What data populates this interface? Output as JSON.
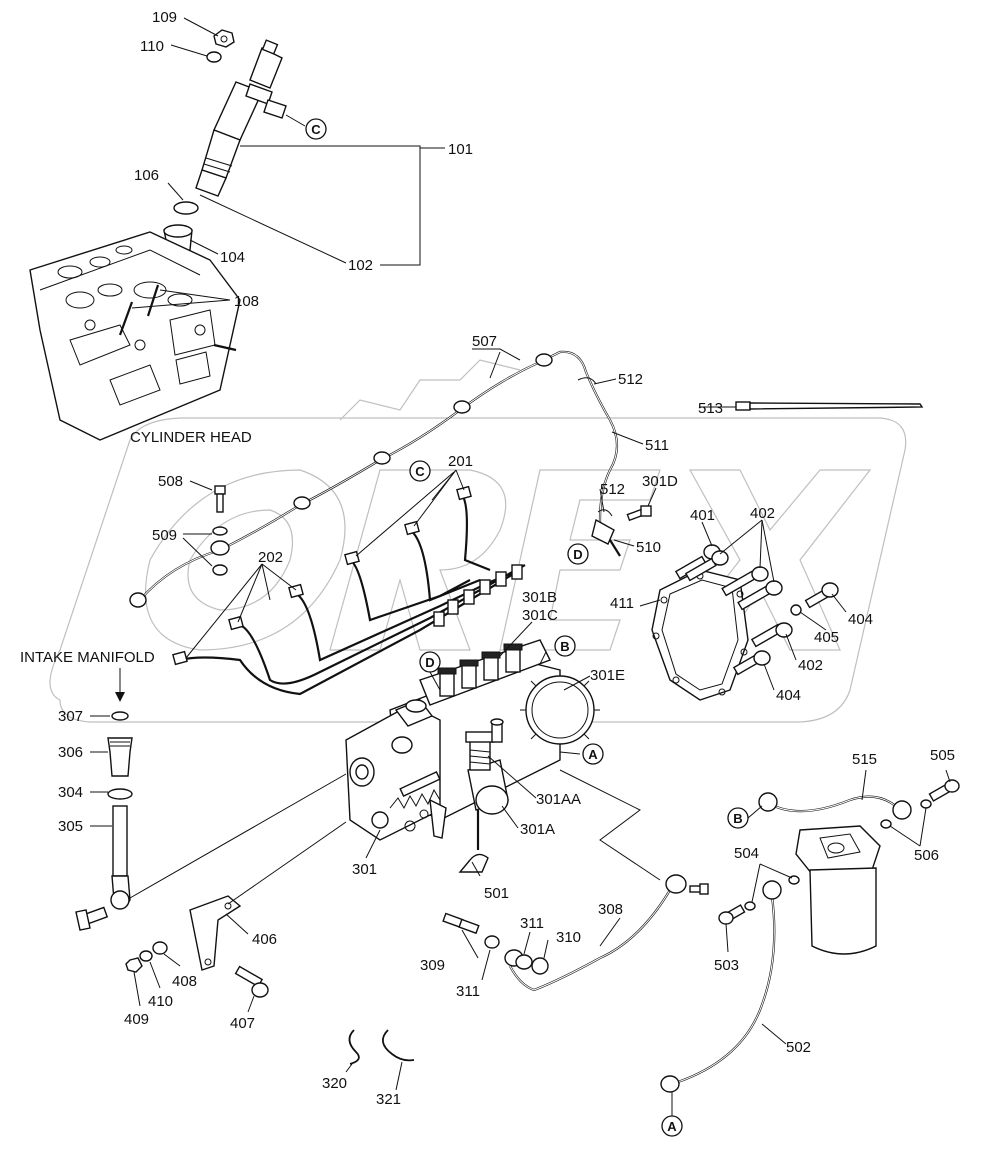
{
  "titles": {
    "cylinder_head": "CYLINDER HEAD",
    "intake_manifold": "INTAKE MANIFOLD"
  },
  "callouts": [
    "A",
    "B",
    "C",
    "D"
  ],
  "parts": [
    "109",
    "110",
    "101",
    "106",
    "104",
    "102",
    "108",
    "507",
    "512",
    "513",
    "511",
    "201",
    "508",
    "509",
    "202",
    "512",
    "301D",
    "510",
    "401",
    "402",
    "411",
    "301B",
    "301C",
    "404",
    "405",
    "402",
    "404",
    "301E",
    "307",
    "306",
    "304",
    "305",
    "301",
    "301AA",
    "301A",
    "501",
    "515",
    "505",
    "506",
    "504",
    "503",
    "502",
    "308",
    "311",
    "310",
    "309",
    "311",
    "406",
    "408",
    "410",
    "409",
    "407",
    "320",
    "321"
  ],
  "colors": {
    "line": "#111111",
    "watermark": "#bfbfbf",
    "background": "#ffffff"
  }
}
